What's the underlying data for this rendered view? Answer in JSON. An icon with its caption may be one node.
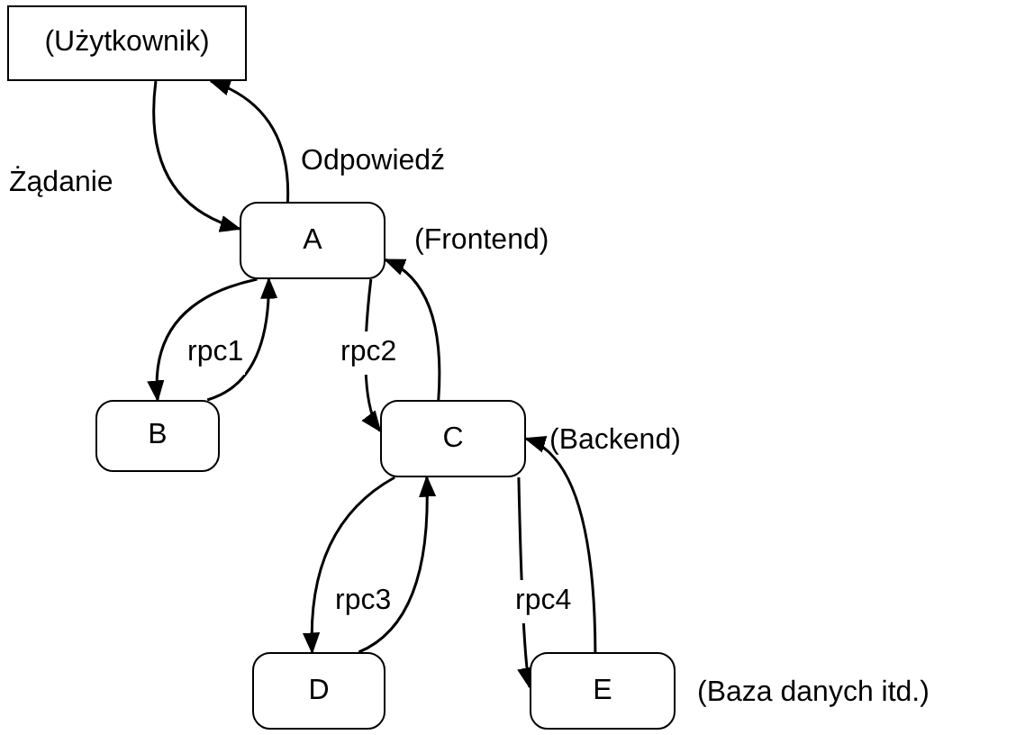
{
  "diagram": {
    "nodes": [
      {
        "text": [
          "(Użytkownik)"
        ]
      },
      {
        "text": [
          "A"
        ],
        "beside": [
          "(Frontend)"
        ]
      },
      {
        "text": [
          "B"
        ]
      },
      {
        "text": [
          "C"
        ],
        "beside": [
          "(Backend)"
        ]
      },
      {
        "text": [
          "D"
        ]
      },
      {
        "text": [
          "E"
        ],
        "beside": [
          "(Baza danych itd.)"
        ]
      }
    ],
    "edges": [
      {
        "from": 0,
        "to": 1,
        "arrow": "to",
        "label": "Żądanie"
      },
      {
        "from": 1,
        "to": 0,
        "arrow": "to",
        "label": "Odpowiedź"
      },
      {
        "from": 1,
        "to": 2,
        "arrow": "to",
        "label": "rpc1"
      },
      {
        "from": 2,
        "to": 1,
        "arrow": "to"
      },
      {
        "from": 1,
        "to": 3,
        "arrow": "to",
        "label": "rpc2"
      },
      {
        "from": 3,
        "to": 1,
        "arrow": "to"
      },
      {
        "from": 3,
        "to": 4,
        "arrow": "to",
        "label": "rpc3"
      },
      {
        "from": 4,
        "to": 3,
        "arrow": "to"
      },
      {
        "from": 3,
        "to": 5,
        "arrow": "to",
        "label": "rpc4"
      },
      {
        "from": 5,
        "to": 3,
        "arrow": "to"
      }
    ]
  }
}
